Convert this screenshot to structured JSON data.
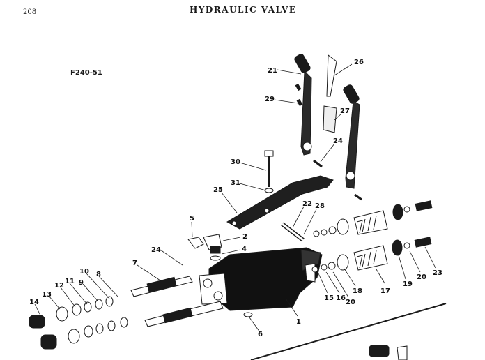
{
  "header": {
    "page_number": "208",
    "title": "HYDRAULIC VALVE"
  },
  "figure": {
    "code": "F240-51"
  },
  "callouts": [
    "21",
    "26",
    "29",
    "27",
    "24",
    "30",
    "31",
    "25",
    "22",
    "28",
    "5",
    "2",
    "4",
    "24",
    "7",
    "8",
    "10",
    "9",
    "11",
    "12",
    "13",
    "14",
    "15",
    "16",
    "20",
    "18",
    "17",
    "19",
    "20",
    "23",
    "1",
    "6"
  ],
  "colors": {
    "ink": "#1a1a1a",
    "paper": "#ffffff"
  }
}
